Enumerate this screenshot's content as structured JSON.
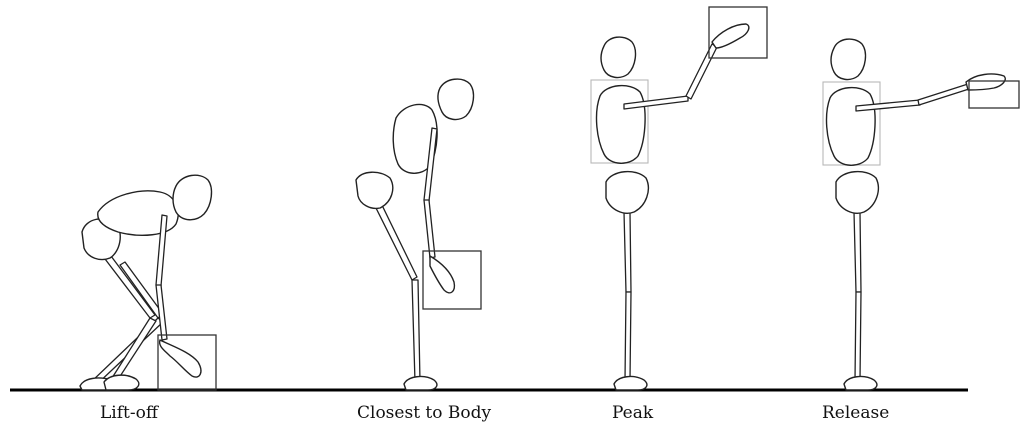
{
  "figure": {
    "phases": [
      {
        "id": "liftoff",
        "label": "Lift-off"
      },
      {
        "id": "closest",
        "label": "Closest to Body"
      },
      {
        "id": "peak",
        "label": "Peak"
      },
      {
        "id": "release",
        "label": "Release"
      }
    ],
    "colors": {
      "stroke": "#222222",
      "ground": "#000000",
      "guide_box": "#b8b8b8",
      "fill": "#ffffff"
    }
  }
}
